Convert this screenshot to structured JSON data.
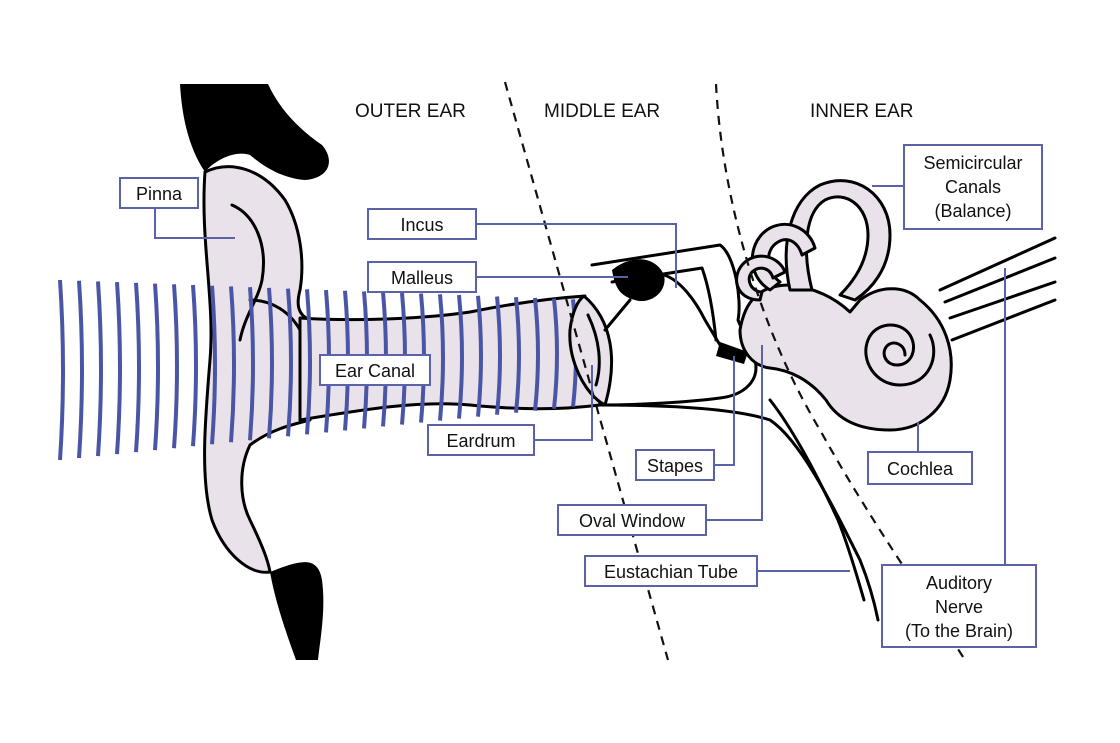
{
  "sections": {
    "outer": "OUTER EAR",
    "middle": "MIDDLE EAR",
    "inner": "INNER EAR"
  },
  "labels": {
    "pinna": "Pinna",
    "incus": "Incus",
    "malleus": "Malleus",
    "ear_canal": "Ear Canal",
    "eardrum": "Eardrum",
    "stapes": "Stapes",
    "oval_window": "Oval Window",
    "eustachian_tube": "Eustachian Tube",
    "semicircular": [
      "Semicircular",
      "Canals",
      "(Balance)"
    ],
    "cochlea": "Cochlea",
    "auditory_nerve": [
      "Auditory",
      "Nerve",
      "(To the Brain)"
    ]
  },
  "colors": {
    "label_border": "#5a63a8",
    "sound_waves": "#4a55a6",
    "tissue": "#e9e2ea",
    "outline": "#000000"
  }
}
